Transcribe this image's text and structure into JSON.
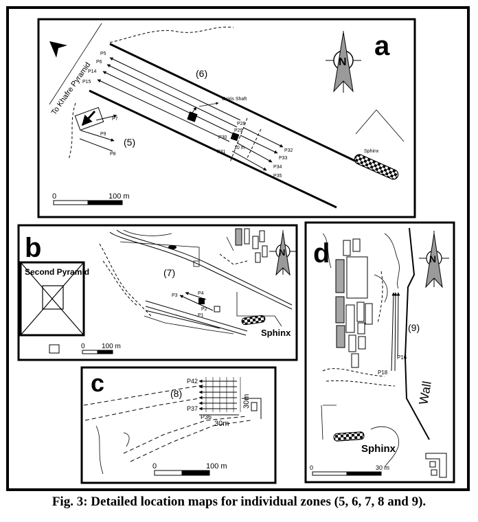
{
  "caption": "Fig. 3: Detailed location maps for individual zones (5, 6, 7, 8 and 9).",
  "panel_a": {
    "letter": "a",
    "north": "N",
    "road_label": "To Khafre Pyramid",
    "zone_5": "(5)",
    "zone_6": "(6)",
    "osiris_label": "Osiris Shaft",
    "sphinx_label": "Sphinx",
    "dim_label": "10 m",
    "scale_start": "0",
    "scale_end": "100 m",
    "profiles": {
      "p5": "P5",
      "p6": "P6",
      "p14": "P14",
      "p15": "P15",
      "p7": "P7",
      "p9": "P9",
      "p8": "P8",
      "p28": "P28",
      "p29": "P29",
      "p30": "P30",
      "p31": "P31",
      "p32": "P32",
      "p33": "P33",
      "p34": "P34",
      "p35": "P35"
    }
  },
  "panel_b": {
    "letter": "b",
    "north": "N",
    "pyramid_label": "Second Pyramid",
    "zone_7": "(7)",
    "sphinx_label": "Sphinx",
    "scale_start": "0",
    "scale_end": "100 m",
    "profiles": {
      "p1": "P1",
      "p2": "P2",
      "p3": "P3",
      "p4": "P4"
    }
  },
  "panel_c": {
    "letter": "c",
    "zone_8": "(8)",
    "dim_h": "30m",
    "dim_v": "30m",
    "scale_start": "0",
    "scale_end": "100 m",
    "profiles": {
      "p42": "P42",
      "p37": "P37",
      "p36": "P36"
    }
  },
  "panel_d": {
    "letter": "d",
    "north": "N",
    "zone_9": "(9)",
    "wall_label": "Wall",
    "sphinx_label": "Sphinx",
    "scale_start": "0",
    "scale_end": "30 m",
    "profiles": {
      "p16": "P16",
      "p18": "P18"
    }
  },
  "colors": {
    "ink": "#000000",
    "paper": "#ffffff",
    "gray_fill": "#a6a6a6",
    "north_arrow": "#9a9a9a"
  }
}
